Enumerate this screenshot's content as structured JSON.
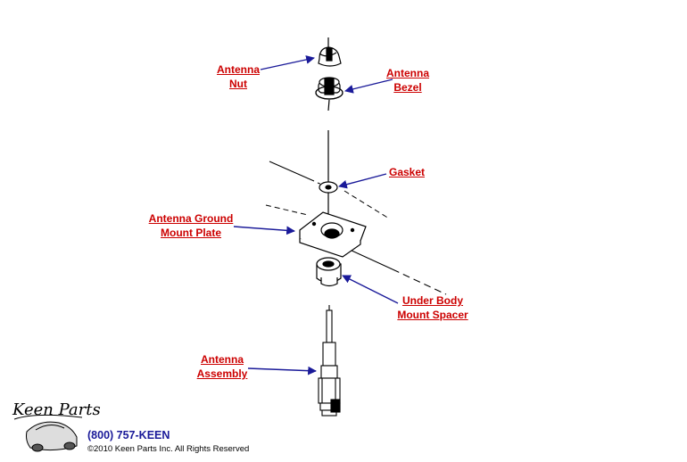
{
  "labels": {
    "antenna_nut": [
      "Antenna",
      "Nut"
    ],
    "antenna_bezel": [
      "Antenna",
      "Bezel"
    ],
    "gasket": [
      "Gasket"
    ],
    "ground_mount_plate": [
      "Antenna Ground",
      "Mount Plate"
    ],
    "under_body_spacer": [
      "Under Body",
      "Mount Spacer"
    ],
    "antenna_assembly": [
      "Antenna",
      "Assembly"
    ]
  },
  "footer": {
    "phone": "(800) 757-KEEN",
    "copyright": "©2010 Keen Parts Inc. All Rights Reserved"
  },
  "logo": {
    "text": "Keen Parts"
  },
  "colors": {
    "label": "#cc0000",
    "arrow": "#1a1a99",
    "line": "#000000"
  }
}
